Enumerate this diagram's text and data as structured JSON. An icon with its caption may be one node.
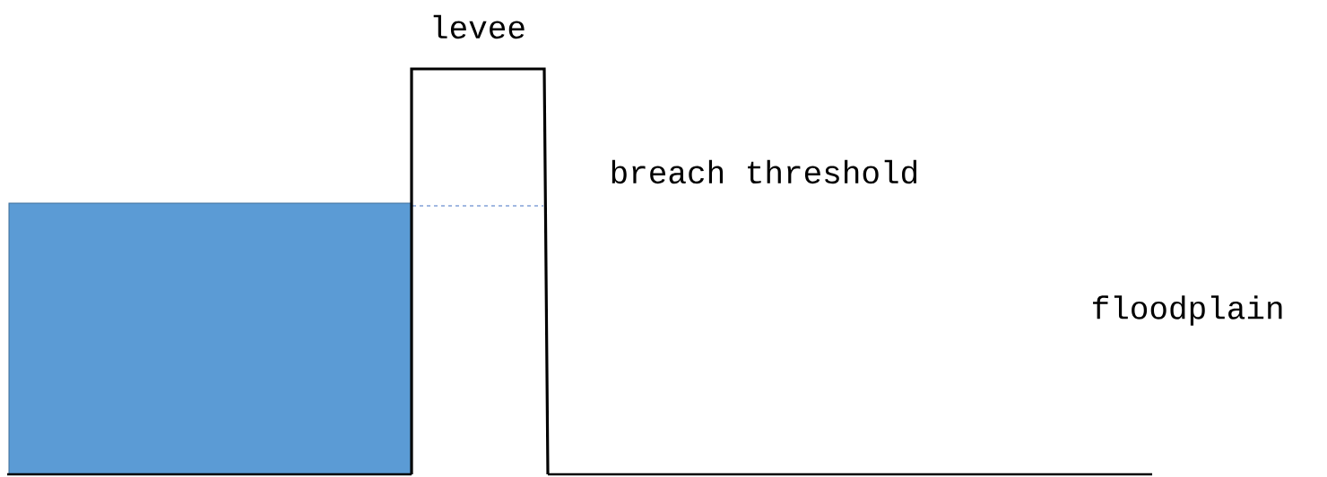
{
  "diagram": {
    "nodes": [
      {
        "text": [
          "levee"
        ]
      },
      {
        "text": [],
        "shape": "box"
      }
    ],
    "labels": [
      "breach threshold",
      "floodplain"
    ]
  }
}
